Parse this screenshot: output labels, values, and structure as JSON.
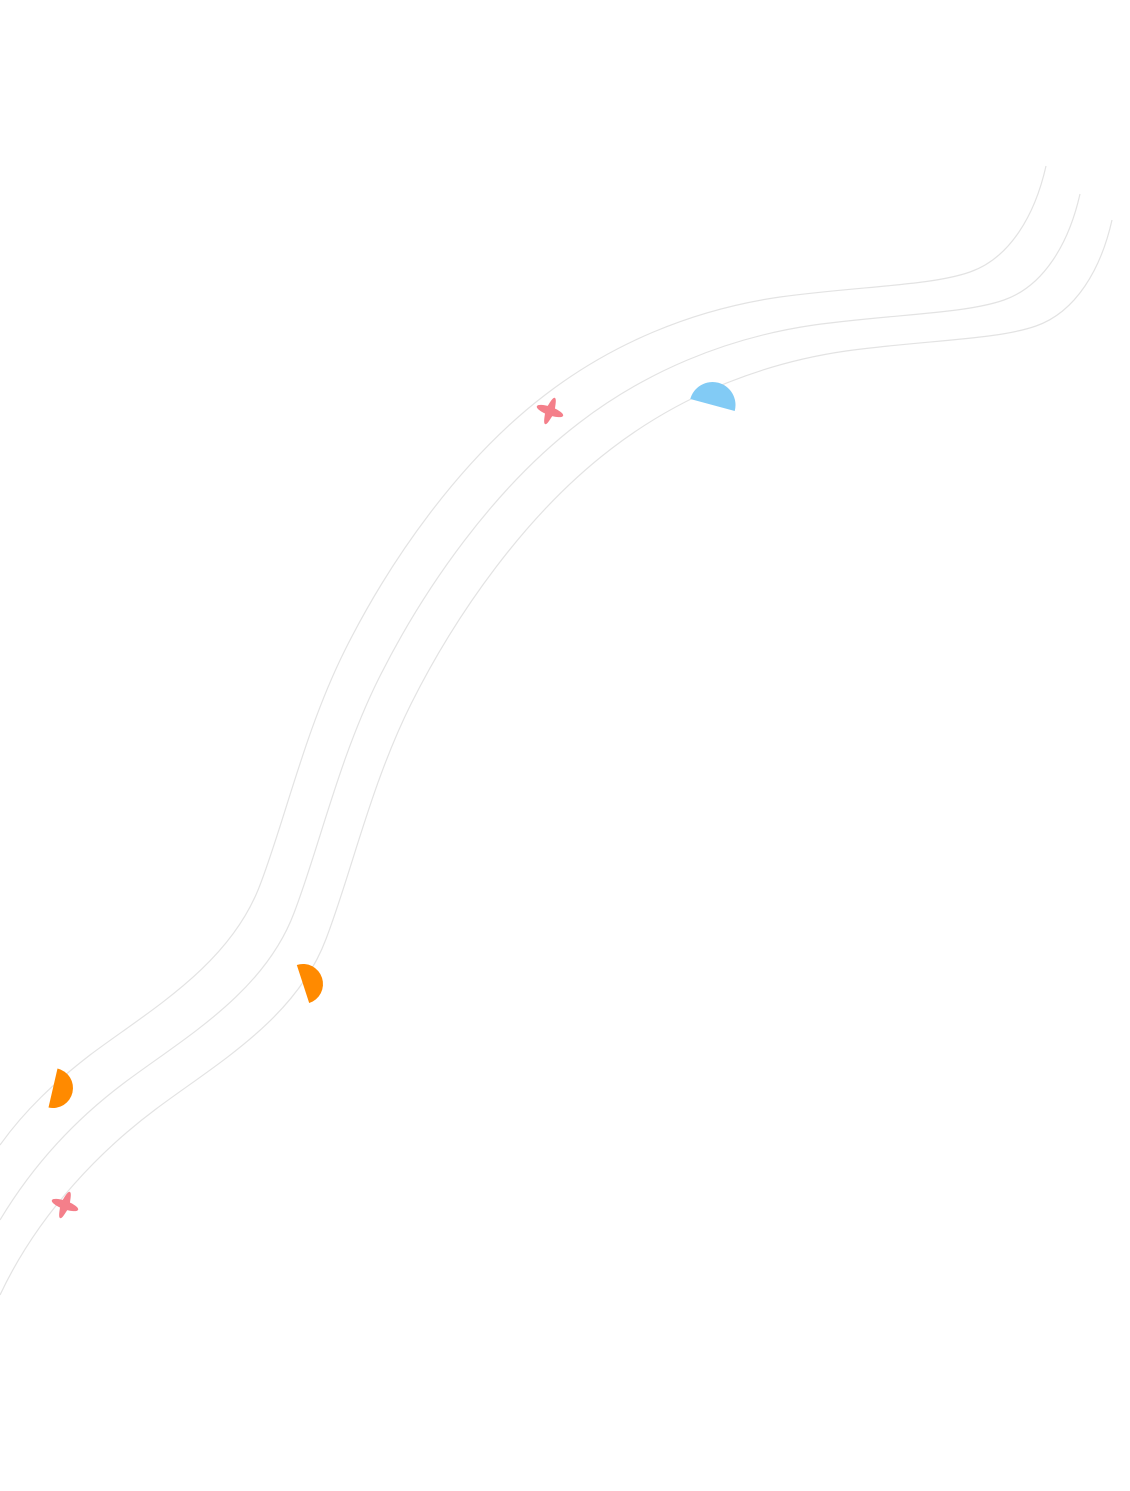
{
  "colors": {
    "background": "#ffffff",
    "path_stroke": "#e3e3e3",
    "sparkle": "#f47f8a",
    "half_circle_orange": "#ff8a00",
    "half_circle_blue": "#82cbf5"
  },
  "decorations": {
    "paths": [
      {
        "name": "decorative-wavy-line-1"
      },
      {
        "name": "decorative-wavy-line-2"
      },
      {
        "name": "decorative-wavy-line-3"
      }
    ],
    "shapes": [
      {
        "name": "pink-sparkle-icon-top",
        "kind": "sparkle",
        "color": "#f47f8a"
      },
      {
        "name": "blue-half-circle-icon",
        "kind": "half-circle",
        "color": "#82cbf5"
      },
      {
        "name": "orange-half-circle-icon-middle",
        "kind": "half-circle",
        "color": "#ff8a00"
      },
      {
        "name": "orange-half-circle-icon-left",
        "kind": "half-circle",
        "color": "#ff8a00"
      },
      {
        "name": "pink-sparkle-icon-bottom",
        "kind": "sparkle",
        "color": "#f47f8a"
      }
    ]
  }
}
